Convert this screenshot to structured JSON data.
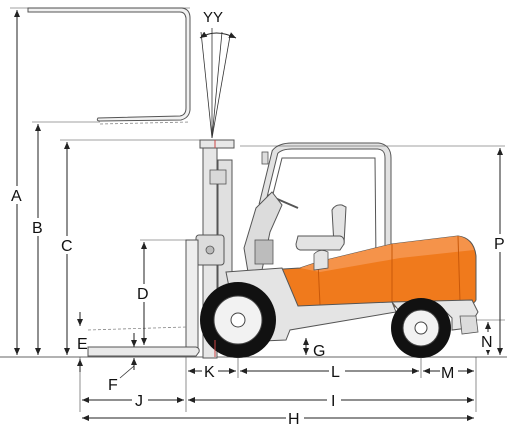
{
  "dimensions": {
    "A": "A",
    "B": "B",
    "C": "C",
    "D": "D",
    "E": "E",
    "F": "F",
    "G": "G",
    "H": "H",
    "I": "I",
    "J": "J",
    "K": "K",
    "L": "L",
    "M": "M",
    "N": "N",
    "P": "P",
    "YY": "YY"
  },
  "colors": {
    "body_orange": "#f07a1c",
    "body_orange_dark": "#d4620e",
    "frame_gray": "#dcdcdc",
    "outline": "#555555",
    "tire_black": "#111111",
    "guide_red": "#c44"
  }
}
